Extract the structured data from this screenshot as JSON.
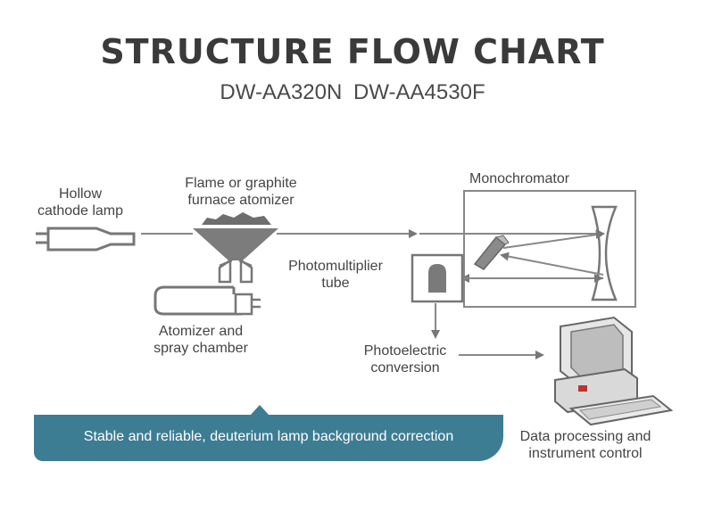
{
  "header": {
    "title": "STRUCTURE FLOW CHART",
    "subtitle": "DW-AA320N  DW-AA4530F"
  },
  "labels": {
    "hollow_cathode_lamp": [
      "Hollow",
      "cathode lamp"
    ],
    "atomizer": [
      "Flame or graphite",
      "furnace atomizer"
    ],
    "monochromator": "Monochromator",
    "photomultiplier": [
      "Photomultiplier",
      "tube"
    ],
    "spray_chamber": [
      "Atomizer and",
      "spray chamber"
    ],
    "photoelectric": [
      "Photoelectric",
      "conversion"
    ],
    "data_processing": [
      "Data processing and",
      "instrument control"
    ]
  },
  "banner": {
    "text": "Stable and reliable, deuterium lamp background correction"
  },
  "colors": {
    "line": "#888888",
    "part": "#7a7a7a",
    "banner": "#3d7d94"
  }
}
